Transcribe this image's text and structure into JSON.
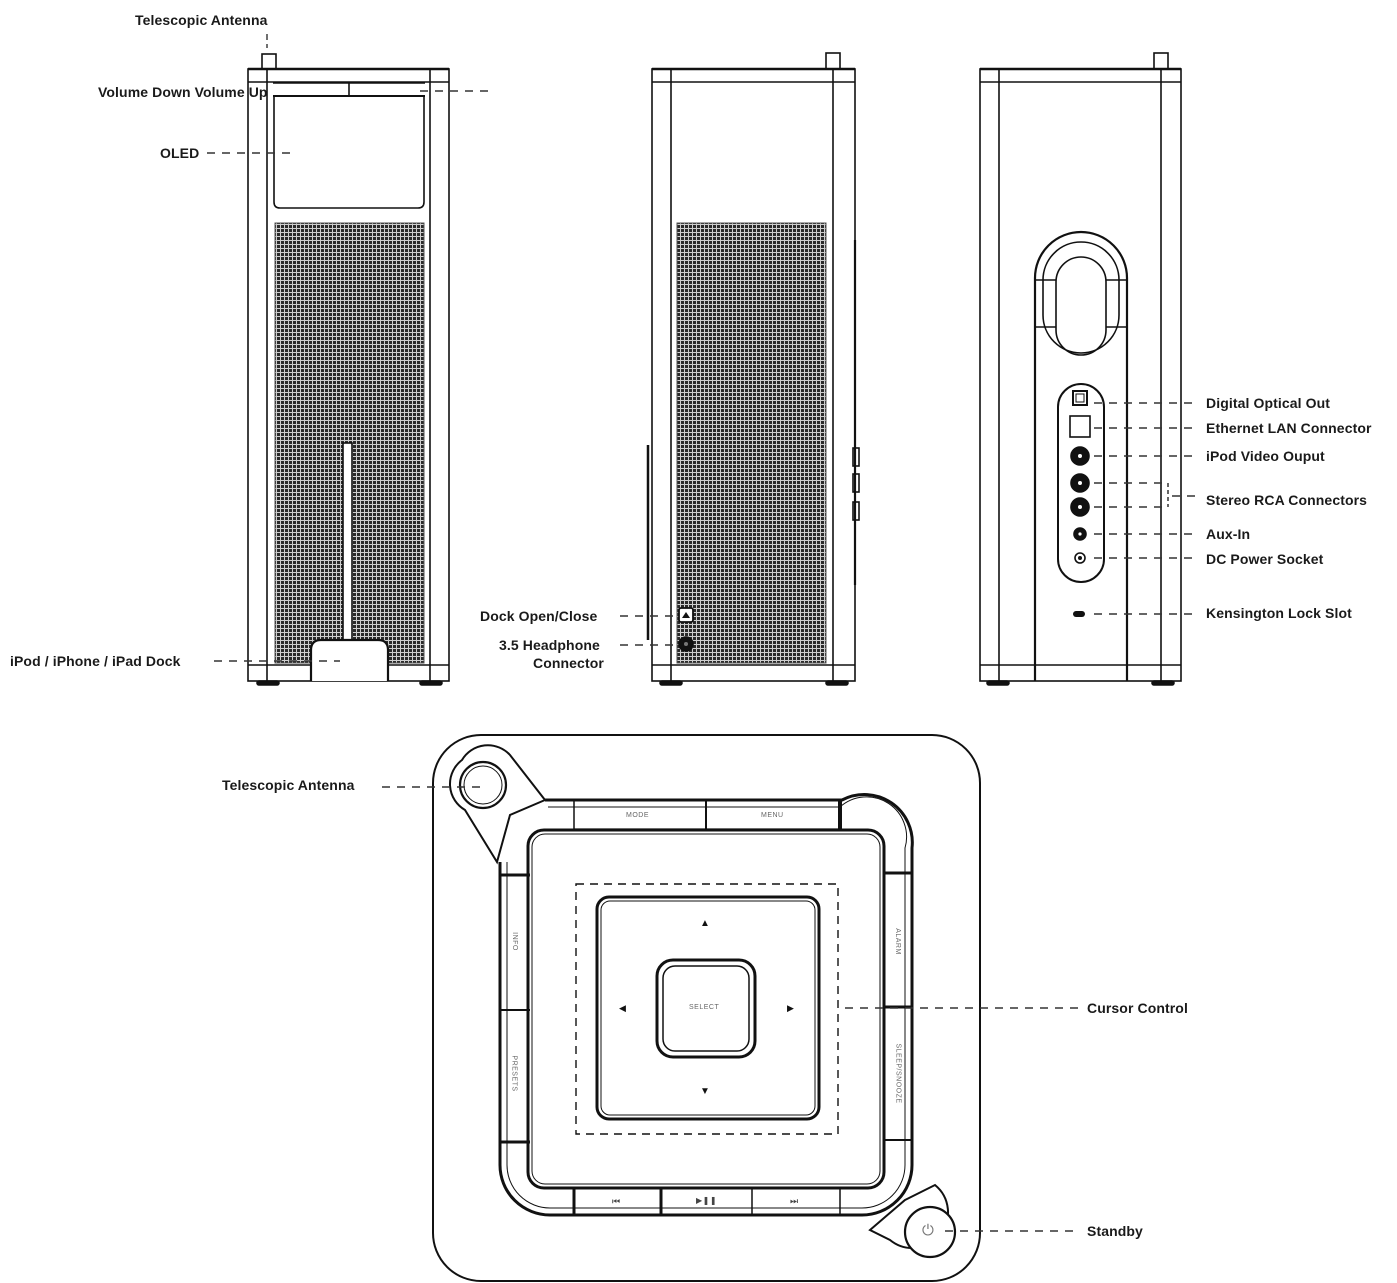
{
  "diagram": {
    "type": "product-views-with-callouts",
    "views": [
      "front-view",
      "side-view-left",
      "back-view",
      "top-view"
    ]
  },
  "front_view": {
    "callouts": {
      "antenna": "Telescopic Antenna",
      "volume": "Volume Down Volume Up",
      "oled": "OLED",
      "dock": "iPod / iPhone / iPad Dock"
    }
  },
  "side_view": {
    "callouts": {
      "dock_open_close": "Dock Open/Close",
      "headphone_line1": "3.5 Headphone",
      "headphone_line2": "Connector"
    }
  },
  "back_view": {
    "callouts": [
      {
        "id": "optical",
        "label": "Digital Optical Out"
      },
      {
        "id": "ethernet",
        "label": "Ethernet  LAN Connector"
      },
      {
        "id": "video",
        "label": "iPod Video Ouput"
      },
      {
        "id": "rca",
        "label": "Stereo RCA Connectors"
      },
      {
        "id": "aux",
        "label": "Aux-In"
      },
      {
        "id": "dc",
        "label": "DC Power Socket"
      },
      {
        "id": "kensington",
        "label": "Kensington Lock Slot"
      }
    ]
  },
  "top_view": {
    "callouts": {
      "antenna": "Telescopic Antenna",
      "cursor": "Cursor Control",
      "standby": "Standby"
    },
    "buttons": {
      "mode": "MODE",
      "menu": "MENU",
      "info": "INFO",
      "presets": "PRESETS",
      "alarm": "ALARM",
      "sleep_snooze": "SLEEP/SNOOZE",
      "select": "SELECT",
      "prev": "⏮",
      "play_pause": "▶❚❚",
      "next": "⏭",
      "up": "▲",
      "down": "▼",
      "left": "◀",
      "right": "▶",
      "power": "⏻"
    }
  }
}
